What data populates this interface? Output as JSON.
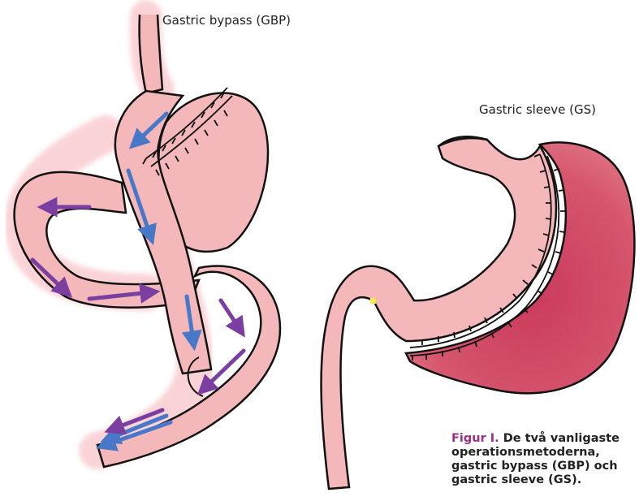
{
  "gbp_label": "Gastric bypass (GBP)",
  "gs_label": "Gastric sleeve (GS)",
  "caption": {
    "prefix": "Figur I.",
    "lines": [
      "De två vanligaste",
      "operationsmetoderna,",
      "gastric bypass (GBP) och",
      "gastric sleeve (GS)."
    ]
  },
  "colors": {
    "tissue": "#f3b6b8",
    "tissue_dark": "#d7566e",
    "outline": "#111111",
    "blue_arrow": "#4a78c8",
    "purple_arrow": "#7a3fa0",
    "caption_accent": "#9b2f86"
  },
  "icons": [
    "staple-line",
    "flow-arrow"
  ]
}
